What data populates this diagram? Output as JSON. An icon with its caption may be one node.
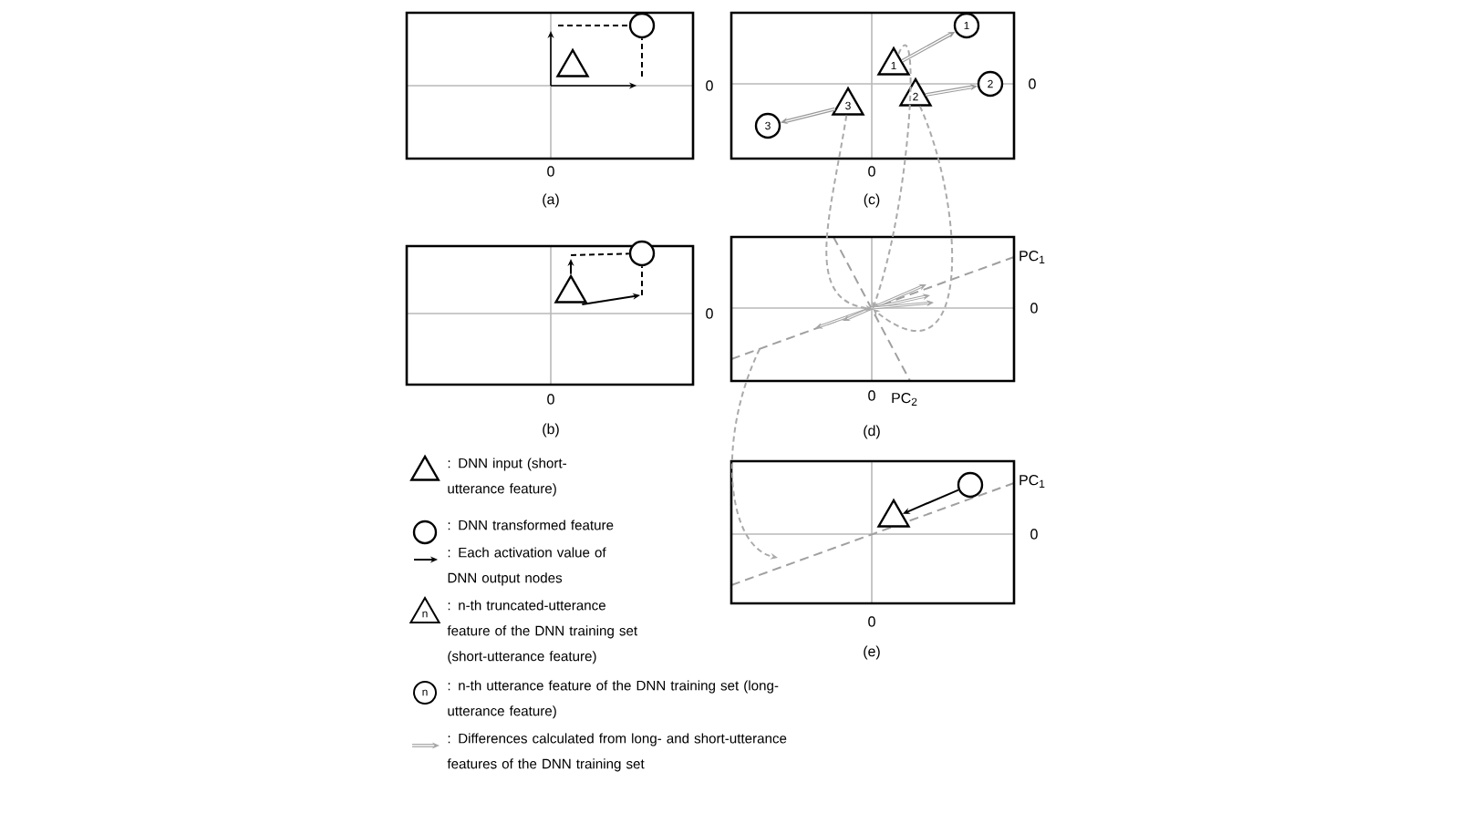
{
  "diagram": {
    "nodes": [
      {
        "text": [],
        "shape": "box",
        "beside": [
          "0",
          "0",
          "(a)"
        ]
      },
      {
        "text": [],
        "shape": "triangle",
        "in": 0
      },
      {
        "text": [],
        "shape": "circle",
        "in": 0
      },
      {
        "text": [],
        "shape": "box",
        "beside": [
          "0",
          "0",
          "(c)"
        ]
      },
      {
        "text": [
          "1"
        ],
        "in": 3
      },
      {
        "text": [
          "1"
        ],
        "in": 3
      },
      {
        "text": [
          "2"
        ],
        "in": 3
      },
      {
        "text": [
          "2"
        ],
        "in": 3
      },
      {
        "text": [
          "3"
        ],
        "in": 3
      },
      {
        "text": [
          "3"
        ],
        "in": 3
      },
      {
        "text": [],
        "shape": "box",
        "beside": [
          "0",
          "0",
          "(b)"
        ]
      },
      {
        "text": [],
        "shape": "triangle",
        "in": 10
      },
      {
        "text": [],
        "shape": "circle",
        "in": 10
      },
      {
        "text": [],
        "shape": "box",
        "beside": [
          "PC$_{1}$",
          "0",
          "0",
          "PC$_{2}$",
          "(d)"
        ]
      },
      {
        "text": [],
        "shape": "box",
        "beside": [
          "PC$_{1}$",
          "0",
          "0",
          "(e)"
        ]
      },
      {
        "text": [],
        "shape": "triangle",
        "in": 14
      },
      {
        "text": [],
        "shape": "circle",
        "in": 14
      }
    ],
    "edges": [
      {
        "from": 4,
        "to": 5,
        "arrow": "to",
        "color": "#999999"
      },
      {
        "from": 6,
        "to": 7,
        "arrow": "to",
        "color": "#999999"
      },
      {
        "from": 8,
        "to": 9,
        "arrow": "to",
        "color": "#999999"
      },
      {
        "from": 11,
        "to": null,
        "arrow": "to",
        "color": "#000000"
      },
      {
        "from": 11,
        "to": null,
        "arrow": "to",
        "color": "#000000"
      },
      {
        "from": 4,
        "to": 13,
        "arrow": "to",
        "style": "dashed",
        "color": "#aaaaaa"
      },
      {
        "from": 6,
        "to": 13,
        "arrow": "to",
        "style": "dashed",
        "color": "#aaaaaa"
      },
      {
        "from": 8,
        "to": 13,
        "arrow": "to",
        "style": "dashed",
        "color": "#aaaaaa"
      },
      {
        "from": 13,
        "to": 14,
        "arrow": "to",
        "style": "dashed",
        "color": "#aaaaaa"
      },
      {
        "from": 16,
        "to": 15,
        "arrow": "to",
        "color": "#000000"
      },
      {
        "from": null,
        "to": 2,
        "arrow": "none",
        "style": "dashed",
        "color": "#000000"
      },
      {
        "from": null,
        "to": 2,
        "arrow": "none",
        "style": "dashed",
        "color": "#000000"
      },
      {
        "from": null,
        "to": 12,
        "arrow": "none",
        "style": "dashed",
        "color": "#000000"
      },
      {
        "from": null,
        "to": 12,
        "arrow": "none",
        "style": "dashed",
        "color": "#000000"
      }
    ],
    "labels": [
      "n",
      "n"
    ],
    "legend": [
      {
        "text": ": DNN input (short-utterance feature)"
      },
      {
        "text": ": DNN transformed feature"
      },
      {
        "text": ": Each activation value of DNN output nodes"
      },
      {
        "text": ": n-th truncated-utterance feature of the DNN training set (short-utterance feature)"
      },
      {
        "text": ": n-th utterance feature of the DNN training set (long-utterance feature)"
      },
      {
        "text": ": Differences calculated from long- and short-utterance features of the DNN training set"
      }
    ]
  }
}
